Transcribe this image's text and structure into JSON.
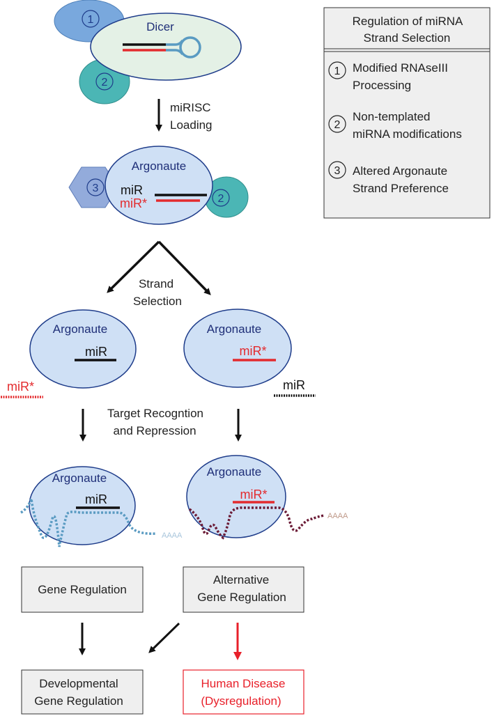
{
  "labels": {
    "dicer": "Dicer",
    "loading_line1": "miRISC",
    "loading_line2": "Loading",
    "argonaute": "Argonaute",
    "mir": "miR",
    "mir_star": "miR*",
    "strand_line1": "Strand",
    "strand_line2": "Selection",
    "target_line1": "Target Recogntion",
    "target_line2": "and Repression",
    "polya": "AAAA"
  },
  "markers": {
    "one": "1",
    "two": "2",
    "three": "3"
  },
  "legend": {
    "title_line1": "Regulation of miRNA",
    "title_line2": "Strand Selection",
    "items": [
      {
        "num": "1",
        "line1": "Modified RNAseIII",
        "line2": "Processing"
      },
      {
        "num": "2",
        "line1": "Non-templated",
        "line2": "miRNA modifications"
      },
      {
        "num": "3",
        "line1": "Altered Argonaute",
        "line2": "Strand Preference"
      }
    ]
  },
  "boxes": {
    "gene_regulation": "Gene Regulation",
    "alt_line1": "Alternative",
    "alt_line2": "Gene Regulation",
    "dev_line1": "Developmental",
    "dev_line2": "Gene Regulation",
    "disease_line1": "Human Disease",
    "disease_line2": "(Dysregulation)"
  },
  "colors": {
    "argonaute_fill": "#cfe0f5",
    "argonaute_text": "#1f2f78",
    "dicer_fill": "#e4f1e6",
    "marker_blue": "#79a8dd",
    "marker_teal": "#4bb6b5",
    "marker_hex": "#93abdb",
    "strand_red": "#e32b2e",
    "target_blue": "#5a9bc2",
    "target_maroon": "#6b1b36",
    "disease_red": "#e8202a",
    "box_fill": "#efefef"
  }
}
